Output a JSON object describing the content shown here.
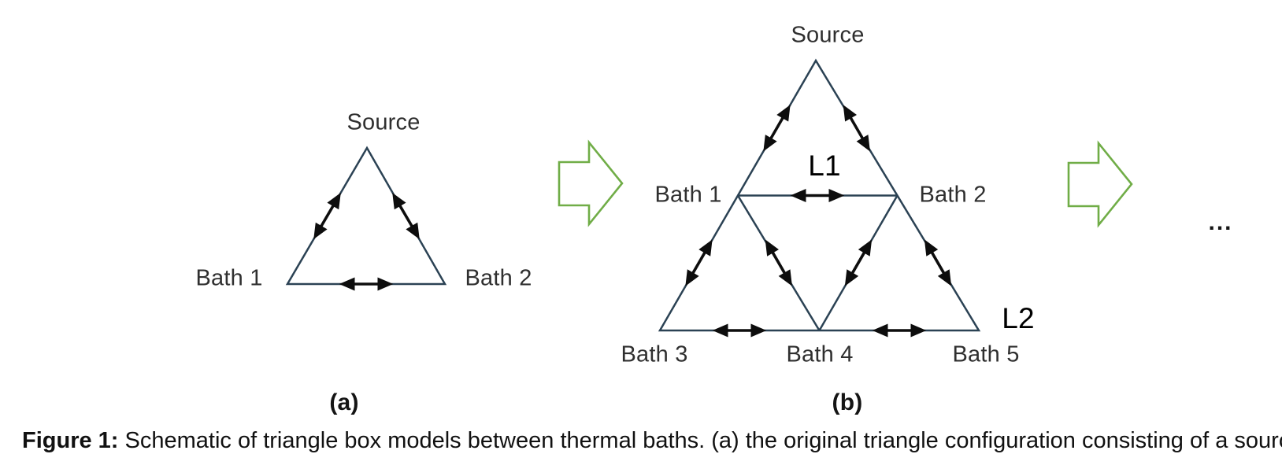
{
  "figure": {
    "panel_a": {
      "label": "(a)",
      "source": "Source",
      "bath1": "Bath 1",
      "bath2": "Bath 2",
      "nodes": [
        "Source",
        "Bath 1",
        "Bath 2"
      ],
      "edges": [
        [
          "Source",
          "Bath 1"
        ],
        [
          "Source",
          "Bath 2"
        ],
        [
          "Bath 1",
          "Bath 2"
        ]
      ],
      "edge_style": "double-headed-arrow"
    },
    "panel_b": {
      "label": "(b)",
      "source": "Source",
      "bath1": "Bath 1",
      "bath2": "Bath 2",
      "bath3": "Bath 3",
      "bath4": "Bath 4",
      "bath5": "Bath 5",
      "level1": "L1",
      "level2": "L2",
      "nodes": [
        "Source",
        "Bath 1",
        "Bath 2",
        "Bath 3",
        "Bath 4",
        "Bath 5"
      ],
      "edges": [
        [
          "Source",
          "Bath 1"
        ],
        [
          "Source",
          "Bath 2"
        ],
        [
          "Bath 1",
          "Bath 2"
        ],
        [
          "Bath 1",
          "Bath 3"
        ],
        [
          "Bath 1",
          "Bath 4"
        ],
        [
          "Bath 2",
          "Bath 4"
        ],
        [
          "Bath 2",
          "Bath 5"
        ],
        [
          "Bath 3",
          "Bath 4"
        ],
        [
          "Bath 4",
          "Bath 5"
        ]
      ],
      "edge_style": "double-headed-arrow"
    },
    "flow": {
      "ellipsis": "...",
      "transition_icon": "right-block-arrow"
    },
    "caption": {
      "prefix": "Figure 1:",
      "text": " Schematic of triangle box models between thermal baths. (a) the original triangle configuration consisting of a source and two baths"
    },
    "colors": {
      "triangle_edge": "#2b4254",
      "flow_arrow": "#0d0d0d",
      "block_arrow_green": "#70ad47",
      "label_text": "#2f2f2f",
      "background": "#ffffff"
    }
  }
}
